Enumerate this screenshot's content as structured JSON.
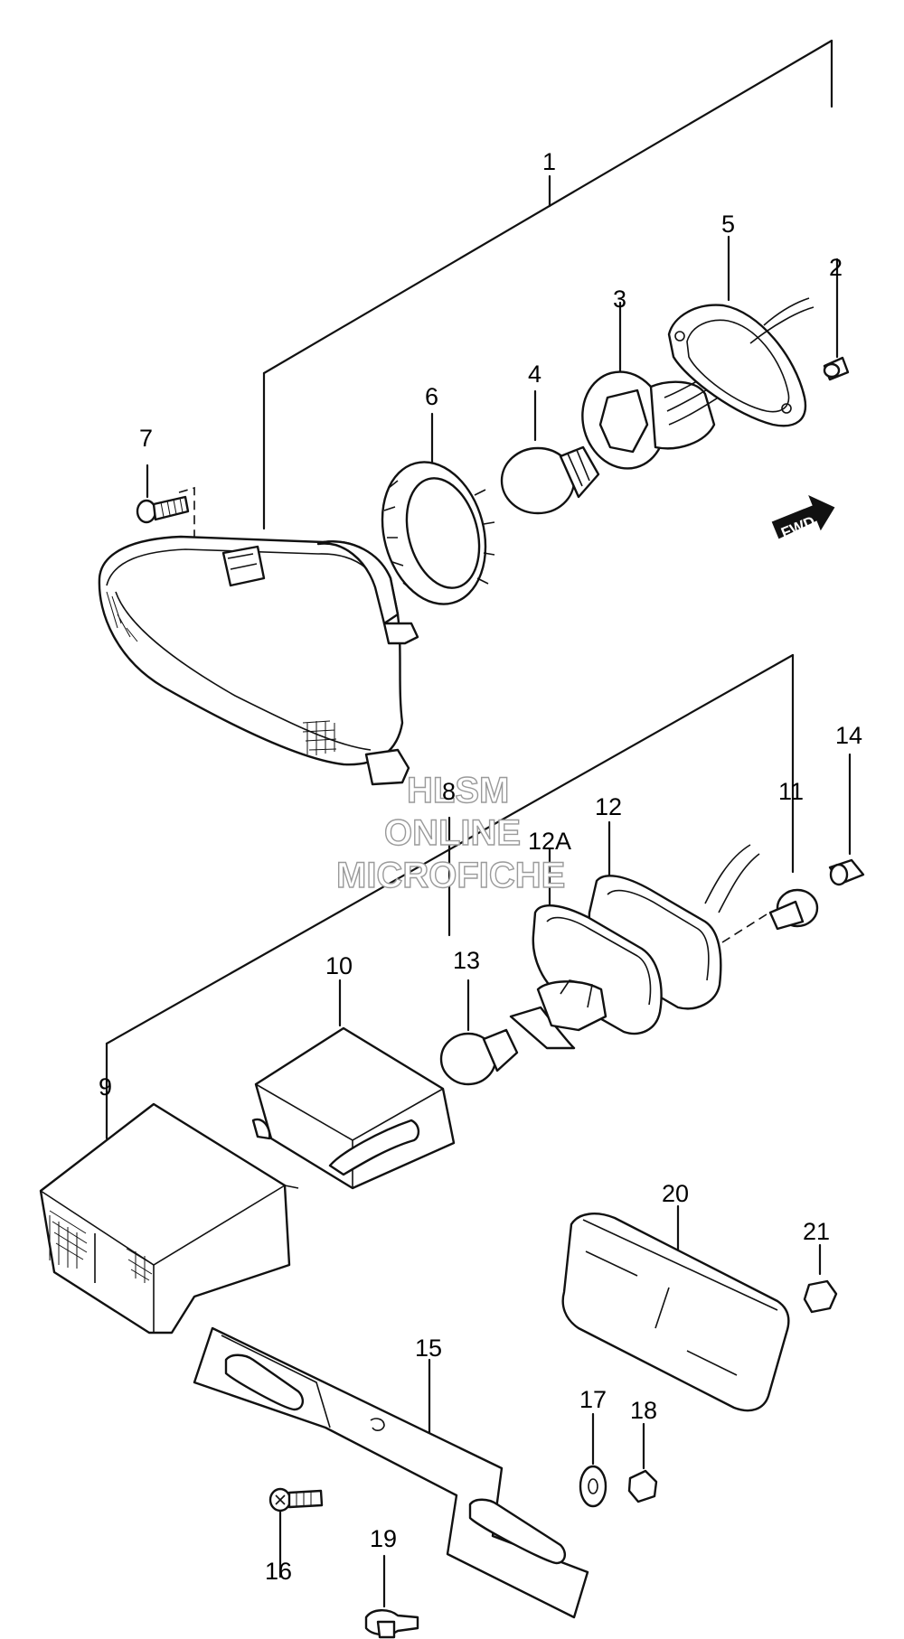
{
  "diagram": {
    "callouts": {
      "c1": "1",
      "c2": "2",
      "c3": "3",
      "c4": "4",
      "c5": "5",
      "c6": "6",
      "c7": "7",
      "c8": "8",
      "c9": "9",
      "c10": "10",
      "c11": "11",
      "c12": "12",
      "c12a": "12A",
      "c13": "13",
      "c14": "14",
      "c15": "15",
      "c16": "16",
      "c17": "17",
      "c18": "18",
      "c19": "19",
      "c20": "20",
      "c21": "21"
    },
    "direction_arrow": "FWD"
  },
  "watermark": {
    "line1": "HLSM",
    "line2": "ONLINE",
    "line3": "MICROFICHE"
  }
}
